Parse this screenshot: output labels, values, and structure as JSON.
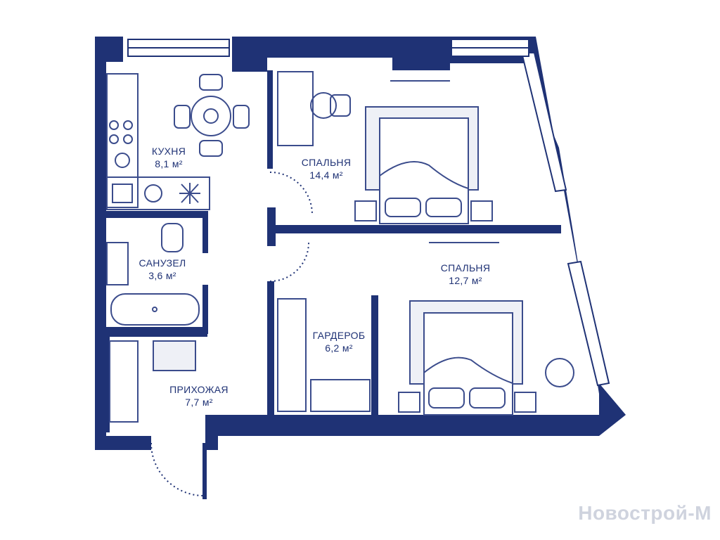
{
  "colors": {
    "wall": "#1f3275",
    "furniture": "#3b4c8c",
    "rug": "#c7cde0",
    "background": "#ffffff"
  },
  "rooms": {
    "kitchen": {
      "name": "КУХНЯ",
      "area": "8,1 м²"
    },
    "bedroom1": {
      "name": "СПАЛЬНЯ",
      "area": "14,4 м²"
    },
    "bathroom": {
      "name": "САНУЗЕЛ",
      "area": "3,6 м²"
    },
    "bedroom2": {
      "name": "СПАЛЬНЯ",
      "area": "12,7 м²"
    },
    "wardrobe": {
      "name": "ГАРДЕРОБ",
      "area": "6,2 м²"
    },
    "hallway": {
      "name": "ПРИХОЖАЯ",
      "area": "7,7 м²"
    }
  },
  "watermark": "Новострой-М"
}
